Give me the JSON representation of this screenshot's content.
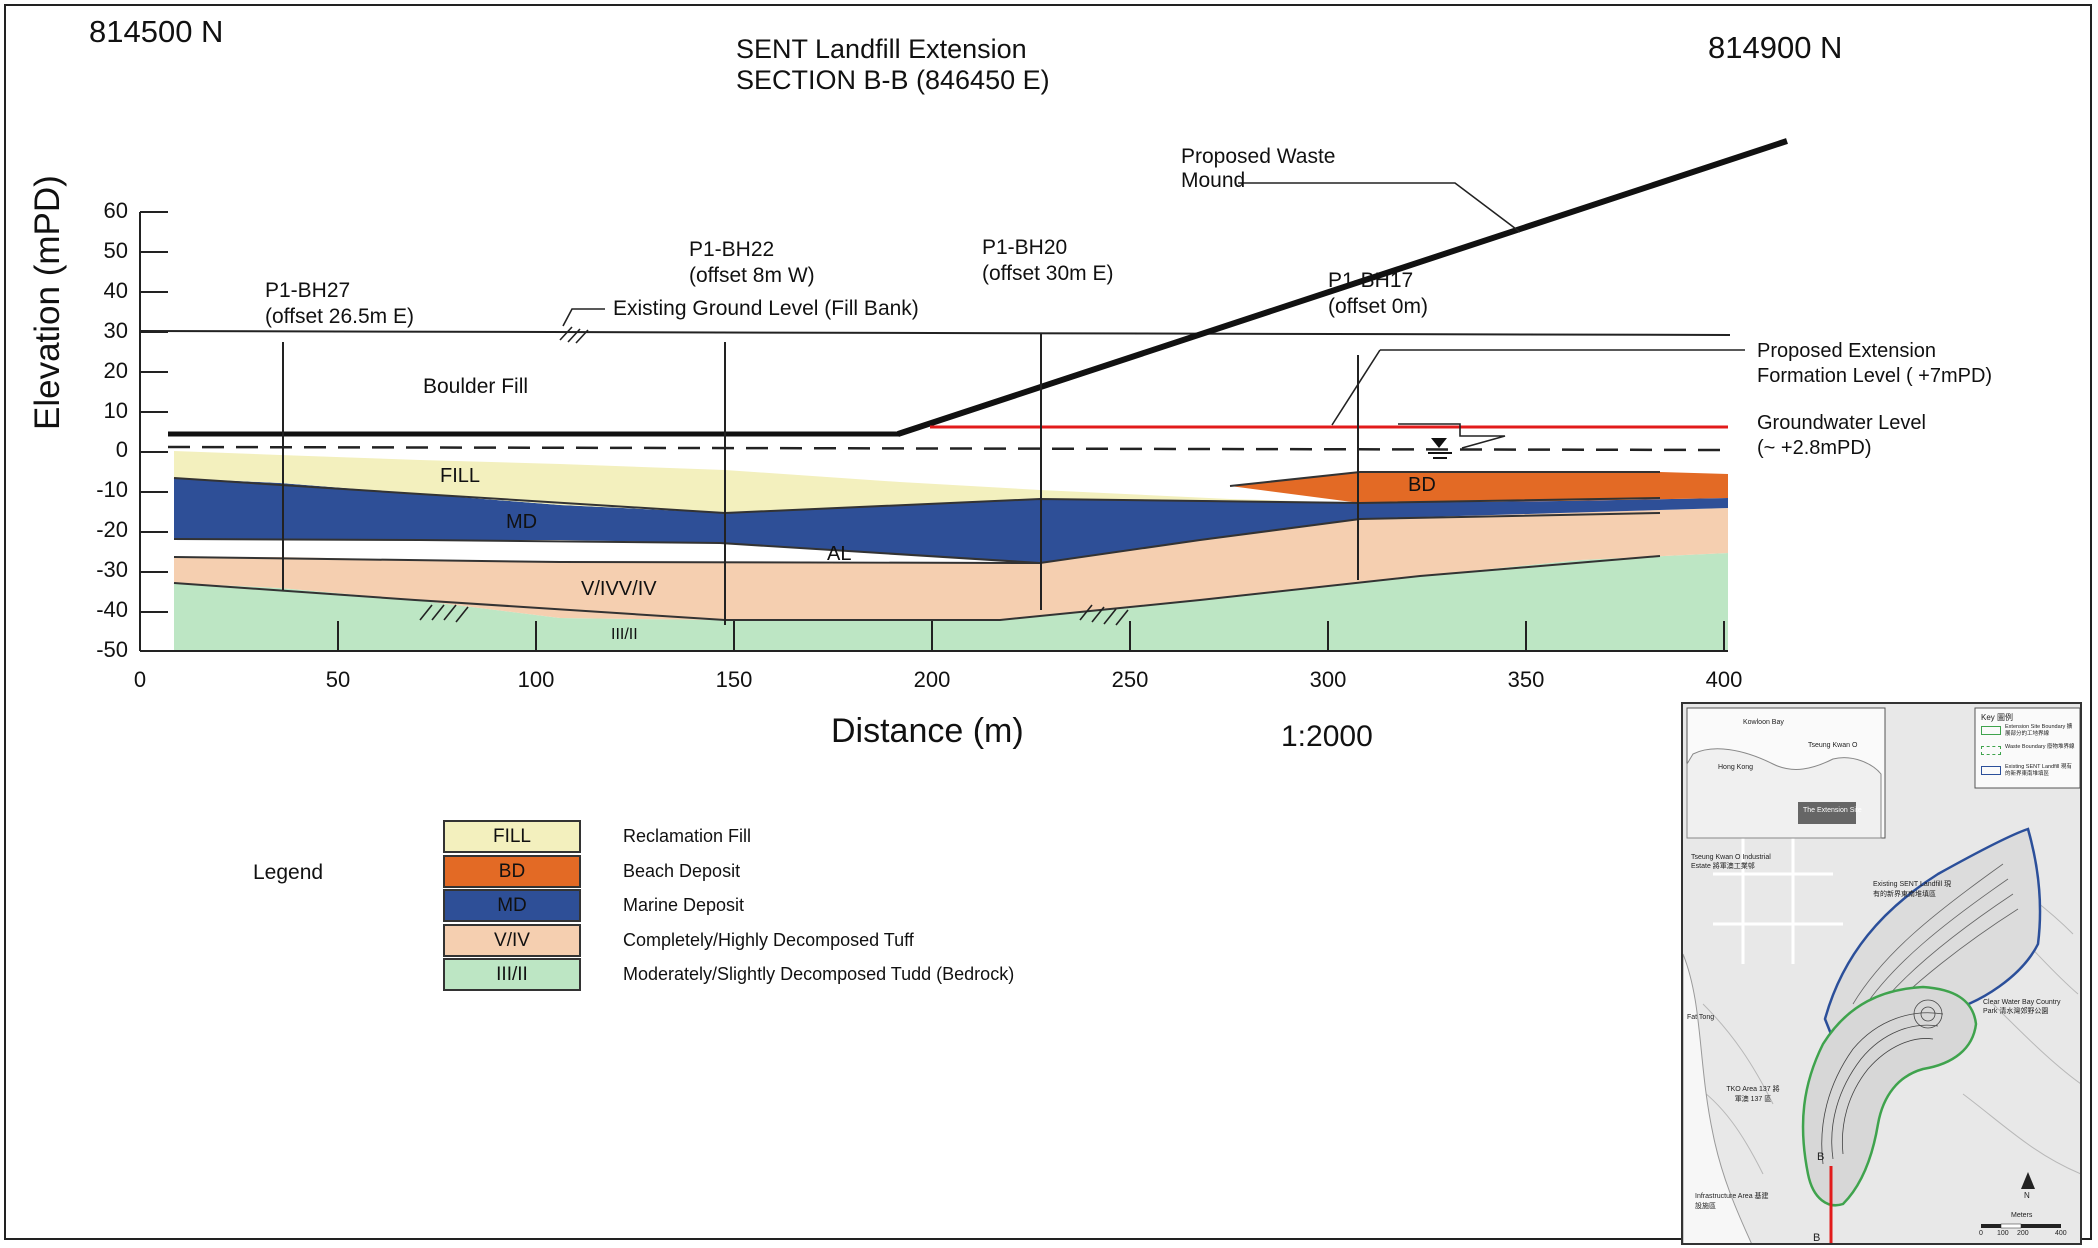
{
  "header": {
    "northing_left": "814500 N",
    "northing_right": "814900 N",
    "title_line1": "SENT Landfill Extension",
    "title_line2": "SECTION B-B (846450 E)"
  },
  "axes": {
    "ylabel": "Elevation (mPD)",
    "xlabel": "Distance (m)",
    "scale": "1:2000",
    "y_ticks": [
      "60",
      "50",
      "40",
      "30",
      "20",
      "10",
      "0",
      "-10",
      "-20",
      "-30",
      "-40",
      "-50"
    ],
    "x_ticks": [
      "0",
      "50",
      "100",
      "150",
      "200",
      "250",
      "300",
      "350",
      "400"
    ]
  },
  "boreholes": [
    {
      "name": "P1-BH27",
      "offset": "(offset 26.5m E)"
    },
    {
      "name": "P1-BH22",
      "offset": "(offset 8m W)"
    },
    {
      "name": "P1-BH20",
      "offset": "(offset 30m E)"
    },
    {
      "name": "P1-BH17",
      "offset": "(offset 0m)"
    }
  ],
  "annotations": {
    "existing_ground": "Existing Ground Level (Fill Bank)",
    "waste_mound_1": "Proposed Waste",
    "waste_mound_2": "Mound",
    "formation_1": "Proposed Extension",
    "formation_2": "Formation Level ( +7mPD)",
    "groundwater_1": "Groundwater Level",
    "groundwater_2": "(~ +2.8mPD)",
    "boulder_fill": "Boulder Fill"
  },
  "layer_labels": {
    "fill": "FILL",
    "md": "MD",
    "bd": "BD",
    "al": "AL",
    "viv": "V/IVV/IV",
    "iii": "III/II"
  },
  "legend": {
    "title": "Legend",
    "items": [
      {
        "code": "FILL",
        "desc": "Reclamation Fill",
        "color": "#f3f0be"
      },
      {
        "code": "BD",
        "desc": "Beach Deposit",
        "color": "#e36a25"
      },
      {
        "code": "MD",
        "desc": "Marine Deposit",
        "color": "#2e4f97"
      },
      {
        "code": "V/IV",
        "desc": "Completely/Highly Decomposed Tuff",
        "color": "#f5cfb0"
      },
      {
        "code": "III/II",
        "desc": "Moderately/Slightly Decomposed Tudd (Bedrock)",
        "color": "#bde6c4"
      }
    ]
  },
  "inset": {
    "key_title": "Key 圖例",
    "key_items": [
      {
        "label": "Extension Site Boundary 擴展部分的工地界線",
        "color": "#3fa34d"
      },
      {
        "label": "Waste Boundary 廢物堆界線",
        "color": "#3fa34d"
      },
      {
        "label": "Existing SENT Landfill 現有的新界東南堆填區",
        "color": "#2b4f9a"
      }
    ],
    "loc_kowloon_bay": "Kowloon Bay",
    "loc_tko": "Tseung Kwan O",
    "loc_hk": "Hong Kong",
    "loc_ext_site": "The Extension Site",
    "place_industrial": "Tseung Kwan O Industrial Estate 將軍澳工業邨",
    "place_existing": "Existing SENT Landfill 現有的新界東南堆填區",
    "place_cwb": "Clear Water Bay Country Park 清水灣郊野公園",
    "place_tko137": "TKO Area 137 將軍澳 137 區",
    "place_infra": "Infrastructure Area 基建設施區",
    "place_pond": "Fat Tong",
    "section_b": "B",
    "north": "N",
    "meters": "Meters",
    "scale_ticks": [
      "0",
      "100",
      "200",
      "400"
    ]
  },
  "colors": {
    "fill": "#f3f0be",
    "bd": "#e36a25",
    "md": "#2e4f97",
    "viv": "#f5cfb0",
    "bedrock": "#bde6c4",
    "formation_line": "#e21b1b"
  }
}
